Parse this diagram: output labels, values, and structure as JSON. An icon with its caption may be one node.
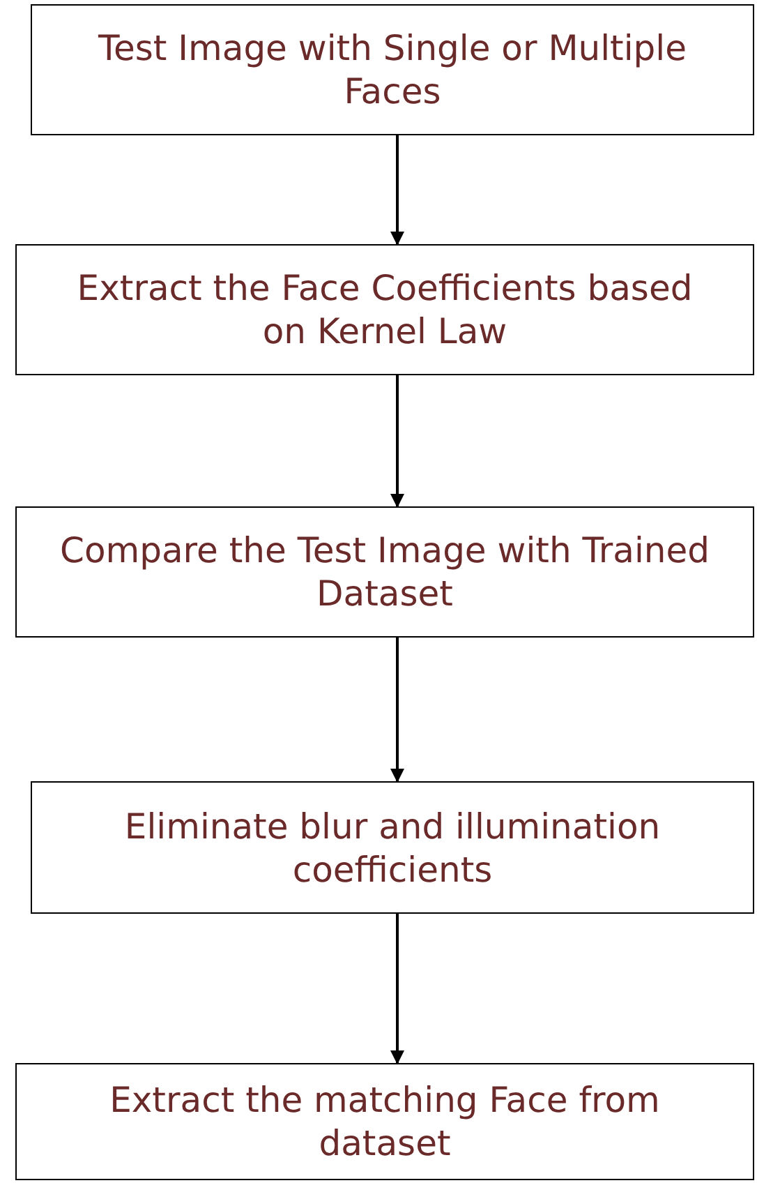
{
  "diagram": {
    "nodes": [
      {
        "text": [
          "Test Image with Single or Multiple Faces"
        ]
      },
      {
        "text": [
          "Extract the Face Coefficients based on Kernel Law"
        ]
      },
      {
        "text": [
          "Compare the Test Image with Trained Dataset"
        ]
      },
      {
        "text": [
          "Eliminate blur and illumination coefficients"
        ]
      },
      {
        "text": [
          "Extract the matching Face from dataset"
        ]
      }
    ],
    "edges": [
      {
        "from": 0,
        "to": 1,
        "arrow": "to"
      },
      {
        "from": 1,
        "to": 2,
        "arrow": "to"
      },
      {
        "from": 2,
        "to": 3,
        "arrow": "to"
      },
      {
        "from": 3,
        "to": 4,
        "arrow": "to"
      }
    ]
  }
}
